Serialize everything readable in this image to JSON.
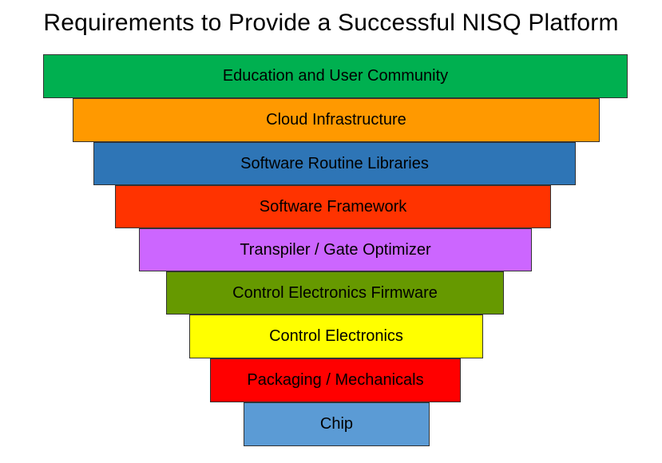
{
  "title": "Requirements to Provide a Successful NISQ Platform",
  "layers": [
    {
      "label": "Education and User Community",
      "color": "#00b050"
    },
    {
      "label": "Cloud Infrastructure",
      "color": "#ff9900"
    },
    {
      "label": "Software Routine Libraries",
      "color": "#2e75b6"
    },
    {
      "label": "Software Framework",
      "color": "#ff3300"
    },
    {
      "label": "Transpiler / Gate Optimizer",
      "color": "#cc66ff"
    },
    {
      "label": "Control Electronics Firmware",
      "color": "#669900"
    },
    {
      "label": "Control Electronics",
      "color": "#ffff00"
    },
    {
      "label": "Packaging / Mechanicals",
      "color": "#ff0000"
    },
    {
      "label": "Chip",
      "color": "#5b9bd5"
    }
  ]
}
